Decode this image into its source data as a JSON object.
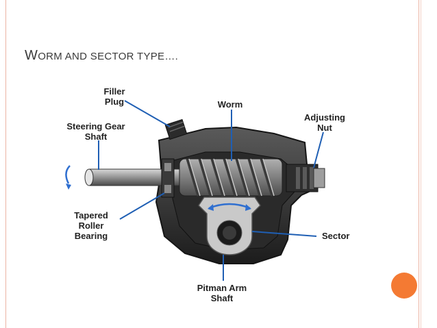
{
  "slide": {
    "title_first": "W",
    "title_rest": "ORM AND SECTOR TYPE….",
    "accent_color": "#f47a33",
    "frame_color": "#ecb3a3"
  },
  "diagram": {
    "labels": {
      "filler_line1": "Filler",
      "filler_line2": "Plug",
      "worm": "Worm",
      "adjusting_line1": "Adjusting",
      "adjusting_line2": "Nut",
      "steering_line1": "Steering Gear",
      "steering_line2": "Shaft",
      "tapered_line1": "Tapered",
      "tapered_line2": "Roller",
      "tapered_line3": "Bearing",
      "sector": "Sector",
      "pitman_line1": "Pitman Arm",
      "pitman_line2": "Shaft"
    },
    "leader_color": "#1f5fb4",
    "arrow_color": "#2f6fd0"
  }
}
